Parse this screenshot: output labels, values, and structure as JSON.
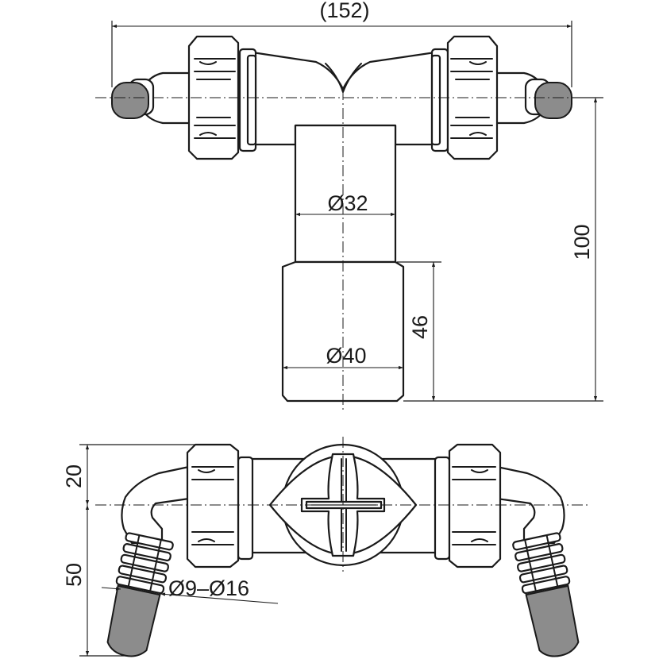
{
  "labels": {
    "overall_width": "(152)",
    "height_total": "100",
    "inner_diameter": "Ø32",
    "outer_diameter": "Ø40",
    "spigot_length": "46",
    "offset": "20",
    "hose_length": "50",
    "hose_range": "Ø9–Ø16"
  },
  "colors": {
    "line": "#1a1a1a",
    "paper": "#ffffff",
    "cap_fill": "#8c8c8c"
  }
}
